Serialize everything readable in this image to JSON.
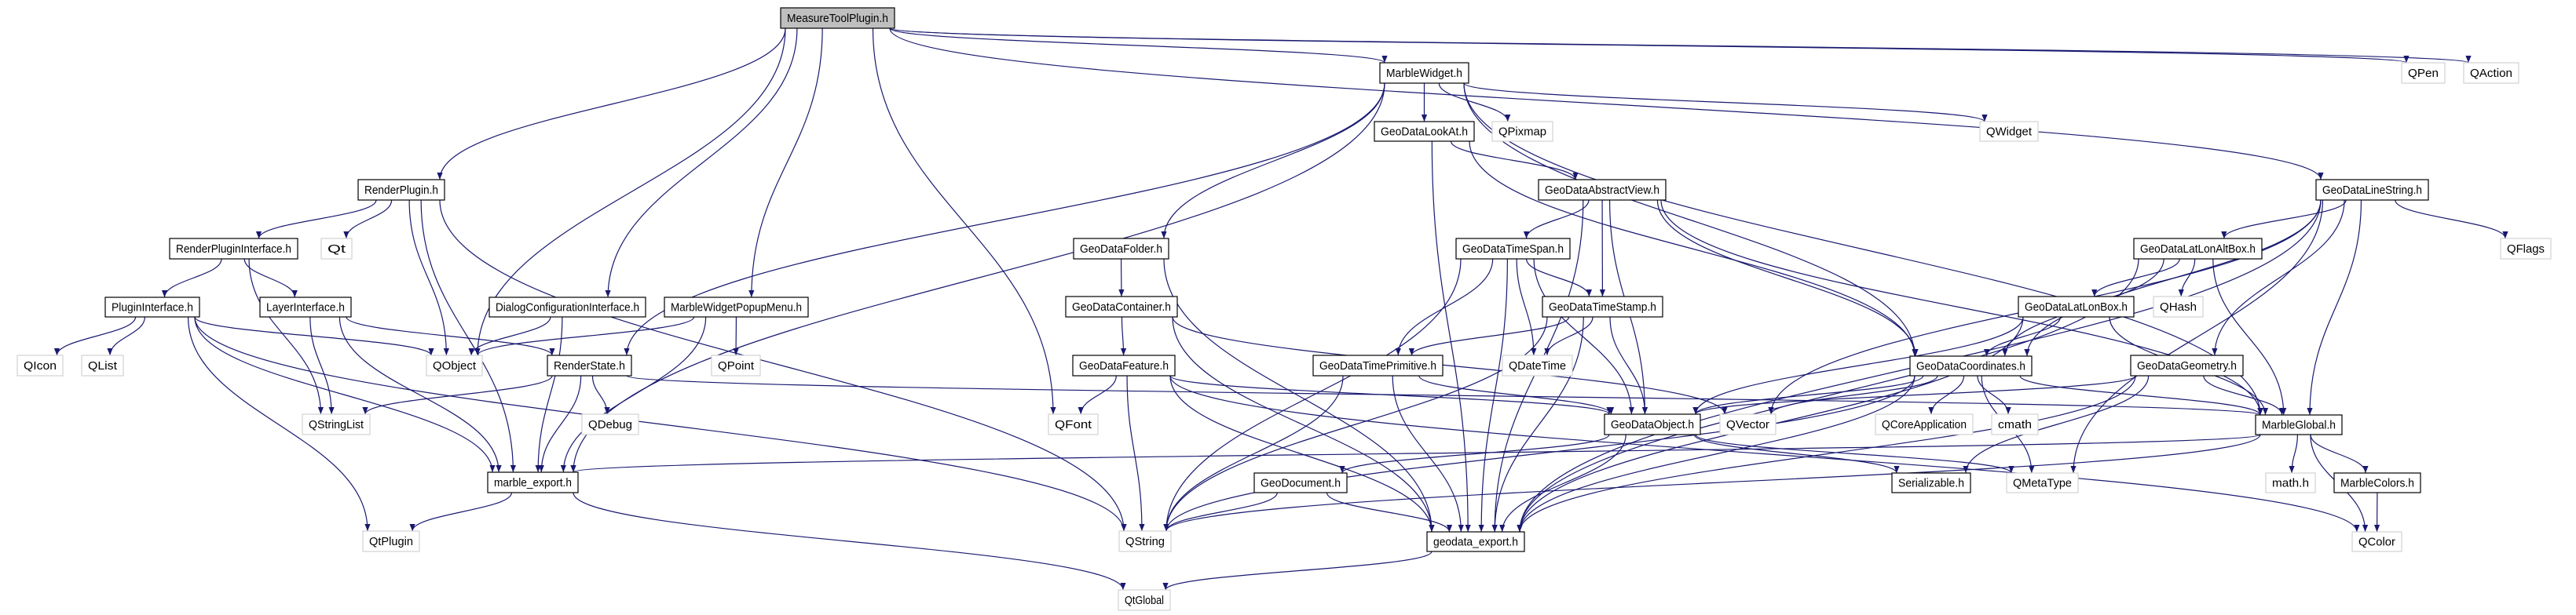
{
  "diagram": {
    "title": "MeasureToolPlugin.h",
    "kind": "include dependency graph",
    "colors": {
      "edge": "#191970",
      "root_fill": "#bfbfbf",
      "project_border": "#000000",
      "project_fill": "#ffffff",
      "external_border": "#d3d3d3",
      "external_fill": "#ffffff"
    },
    "nodes": [
      {
        "id": "MeasureToolPlugin",
        "label": "MeasureToolPlugin.h",
        "type": "root"
      },
      {
        "id": "RenderPlugin",
        "label": "RenderPlugin.h",
        "type": "project"
      },
      {
        "id": "MarbleWidget",
        "label": "MarbleWidget.h",
        "type": "project"
      },
      {
        "id": "QPen",
        "label": "QPen",
        "type": "external"
      },
      {
        "id": "QAction",
        "label": "QAction",
        "type": "external"
      },
      {
        "id": "GeoDataLookAt",
        "label": "GeoDataLookAt.h",
        "type": "project"
      },
      {
        "id": "QPixmap",
        "label": "QPixmap",
        "type": "external"
      },
      {
        "id": "QWidget",
        "label": "QWidget",
        "type": "external"
      },
      {
        "id": "GeoDataAbstractView",
        "label": "GeoDataAbstractView.h",
        "type": "project"
      },
      {
        "id": "GeoDataLineString",
        "label": "GeoDataLineString.h",
        "type": "project"
      },
      {
        "id": "RenderPluginInterface",
        "label": "RenderPluginInterface.h",
        "type": "project"
      },
      {
        "id": "Qt",
        "label": "Qt",
        "type": "external"
      },
      {
        "id": "GeoDataFolder",
        "label": "GeoDataFolder.h",
        "type": "project"
      },
      {
        "id": "GeoDataTimeSpan",
        "label": "GeoDataTimeSpan.h",
        "type": "project"
      },
      {
        "id": "GeoDataLatLonAltBox",
        "label": "GeoDataLatLonAltBox.h",
        "type": "project"
      },
      {
        "id": "QFlags",
        "label": "QFlags",
        "type": "external"
      },
      {
        "id": "PluginInterface",
        "label": "PluginInterface.h",
        "type": "project"
      },
      {
        "id": "LayerInterface",
        "label": "LayerInterface.h",
        "type": "project"
      },
      {
        "id": "DialogConfigurationInterface",
        "label": "DialogConfigurationInterface.h",
        "type": "project"
      },
      {
        "id": "MarbleWidgetPopupMenu",
        "label": "MarbleWidgetPopupMenu.h",
        "type": "project"
      },
      {
        "id": "GeoDataContainer",
        "label": "GeoDataContainer.h",
        "type": "project"
      },
      {
        "id": "GeoDataTimeStamp",
        "label": "GeoDataTimeStamp.h",
        "type": "project"
      },
      {
        "id": "GeoDataLatLonBox",
        "label": "GeoDataLatLonBox.h",
        "type": "project"
      },
      {
        "id": "QHash",
        "label": "QHash",
        "type": "external"
      },
      {
        "id": "QIcon",
        "label": "QIcon",
        "type": "external"
      },
      {
        "id": "QList",
        "label": "QList",
        "type": "external"
      },
      {
        "id": "QObject",
        "label": "QObject",
        "type": "external"
      },
      {
        "id": "RenderState",
        "label": "RenderState.h",
        "type": "project"
      },
      {
        "id": "QPoint",
        "label": "QPoint",
        "type": "external"
      },
      {
        "id": "GeoDataFeature",
        "label": "GeoDataFeature.h",
        "type": "project"
      },
      {
        "id": "GeoDataTimePrimitive",
        "label": "GeoDataTimePrimitive.h",
        "type": "project"
      },
      {
        "id": "QDateTime",
        "label": "QDateTime",
        "type": "external"
      },
      {
        "id": "GeoDataCoordinates",
        "label": "GeoDataCoordinates.h",
        "type": "project"
      },
      {
        "id": "GeoDataGeometry",
        "label": "GeoDataGeometry.h",
        "type": "project"
      },
      {
        "id": "QStringList",
        "label": "QStringList",
        "type": "external"
      },
      {
        "id": "QDebug",
        "label": "QDebug",
        "type": "external"
      },
      {
        "id": "QFont",
        "label": "QFont",
        "type": "external"
      },
      {
        "id": "GeoDataObject",
        "label": "GeoDataObject.h",
        "type": "project"
      },
      {
        "id": "QVector",
        "label": "QVector",
        "type": "external"
      },
      {
        "id": "QCoreApplication",
        "label": "QCoreApplication",
        "type": "external"
      },
      {
        "id": "cmath",
        "label": "cmath",
        "type": "external"
      },
      {
        "id": "MarbleGlobal",
        "label": "MarbleGlobal.h",
        "type": "project"
      },
      {
        "id": "marble_export",
        "label": "marble_export.h",
        "type": "project"
      },
      {
        "id": "GeoDocument",
        "label": "GeoDocument.h",
        "type": "project"
      },
      {
        "id": "Serializable",
        "label": "Serializable.h",
        "type": "project"
      },
      {
        "id": "QMetaType",
        "label": "QMetaType",
        "type": "external"
      },
      {
        "id": "math_h",
        "label": "math.h",
        "type": "external"
      },
      {
        "id": "MarbleColors",
        "label": "MarbleColors.h",
        "type": "project"
      },
      {
        "id": "QtPlugin",
        "label": "QtPlugin",
        "type": "external"
      },
      {
        "id": "QString",
        "label": "QString",
        "type": "external"
      },
      {
        "id": "geodata_export",
        "label": "geodata_export.h",
        "type": "project"
      },
      {
        "id": "QColor",
        "label": "QColor",
        "type": "external"
      },
      {
        "id": "QtGlobal",
        "label": "QtGlobal",
        "type": "external"
      }
    ],
    "edges": [
      [
        "MeasureToolPlugin",
        "RenderPlugin"
      ],
      [
        "MeasureToolPlugin",
        "MarbleWidget"
      ],
      [
        "MeasureToolPlugin",
        "QPen"
      ],
      [
        "MeasureToolPlugin",
        "QAction"
      ],
      [
        "MeasureToolPlugin",
        "GeoDataLineString"
      ],
      [
        "MeasureToolPlugin",
        "QObject"
      ],
      [
        "MeasureToolPlugin",
        "DialogConfigurationInterface"
      ],
      [
        "MeasureToolPlugin",
        "MarbleWidgetPopupMenu"
      ],
      [
        "MeasureToolPlugin",
        "QFont"
      ],
      [
        "RenderPlugin",
        "RenderPluginInterface"
      ],
      [
        "RenderPlugin",
        "Qt"
      ],
      [
        "RenderPlugin",
        "QObject"
      ],
      [
        "RenderPlugin",
        "marble_export"
      ],
      [
        "RenderPlugin",
        "QString"
      ],
      [
        "RenderPluginInterface",
        "PluginInterface"
      ],
      [
        "RenderPluginInterface",
        "LayerInterface"
      ],
      [
        "RenderPluginInterface",
        "QStringList"
      ],
      [
        "PluginInterface",
        "QIcon"
      ],
      [
        "PluginInterface",
        "QList"
      ],
      [
        "PluginInterface",
        "QObject"
      ],
      [
        "PluginInterface",
        "marble_export"
      ],
      [
        "PluginInterface",
        "QtPlugin"
      ],
      [
        "PluginInterface",
        "QString"
      ],
      [
        "LayerInterface",
        "QStringList"
      ],
      [
        "LayerInterface",
        "RenderState"
      ],
      [
        "LayerInterface",
        "marble_export"
      ],
      [
        "DialogConfigurationInterface",
        "QObject"
      ],
      [
        "DialogConfigurationInterface",
        "marble_export"
      ],
      [
        "MarbleWidgetPopupMenu",
        "QObject"
      ],
      [
        "MarbleWidgetPopupMenu",
        "QPoint"
      ],
      [
        "MarbleWidgetPopupMenu",
        "marble_export"
      ],
      [
        "RenderState",
        "QStringList"
      ],
      [
        "RenderState",
        "QDebug"
      ],
      [
        "RenderState",
        "marble_export"
      ],
      [
        "RenderState",
        "MarbleGlobal"
      ],
      [
        "marble_export",
        "QtPlugin"
      ],
      [
        "marble_export",
        "QtGlobal"
      ],
      [
        "MarbleWidget",
        "GeoDataLookAt"
      ],
      [
        "MarbleWidget",
        "QPixmap"
      ],
      [
        "MarbleWidget",
        "QWidget"
      ],
      [
        "MarbleWidget",
        "GeoDataFolder"
      ],
      [
        "MarbleWidget",
        "GeoDataCoordinates"
      ],
      [
        "MarbleWidget",
        "MarbleGlobal"
      ],
      [
        "MarbleWidget",
        "marble_export"
      ],
      [
        "MarbleWidget",
        "RenderState"
      ],
      [
        "GeoDataLookAt",
        "GeoDataAbstractView"
      ],
      [
        "GeoDataLookAt",
        "GeoDataCoordinates"
      ],
      [
        "GeoDataLookAt",
        "geodata_export"
      ],
      [
        "GeoDataAbstractView",
        "GeoDataTimeSpan"
      ],
      [
        "GeoDataAbstractView",
        "GeoDataTimeStamp"
      ],
      [
        "GeoDataAbstractView",
        "GeoDataObject"
      ],
      [
        "GeoDataAbstractView",
        "GeoDataCoordinates"
      ],
      [
        "GeoDataAbstractView",
        "MarbleGlobal"
      ],
      [
        "GeoDataAbstractView",
        "geodata_export"
      ],
      [
        "GeoDataTimeSpan",
        "GeoDataTimeStamp"
      ],
      [
        "GeoDataTimeSpan",
        "GeoDataTimePrimitive"
      ],
      [
        "GeoDataTimeSpan",
        "QDateTime"
      ],
      [
        "GeoDataTimeSpan",
        "GeoDataObject"
      ],
      [
        "GeoDataTimeSpan",
        "geodata_export"
      ],
      [
        "GeoDataTimeSpan",
        "QString"
      ],
      [
        "GeoDataTimeStamp",
        "GeoDataTimePrimitive"
      ],
      [
        "GeoDataTimeStamp",
        "QDateTime"
      ],
      [
        "GeoDataTimeStamp",
        "GeoDataObject"
      ],
      [
        "GeoDataTimeStamp",
        "geodata_export"
      ],
      [
        "GeoDataTimeStamp",
        "QString"
      ],
      [
        "GeoDataTimePrimitive",
        "GeoDataObject"
      ],
      [
        "GeoDataTimePrimitive",
        "geodata_export"
      ],
      [
        "GeoDataTimePrimitive",
        "QString"
      ],
      [
        "GeoDataFolder",
        "GeoDataContainer"
      ],
      [
        "GeoDataFolder",
        "geodata_export"
      ],
      [
        "GeoDataContainer",
        "GeoDataFeature"
      ],
      [
        "GeoDataContainer",
        "QVector"
      ],
      [
        "GeoDataContainer",
        "geodata_export"
      ],
      [
        "GeoDataFeature",
        "QFont"
      ],
      [
        "GeoDataFeature",
        "QString"
      ],
      [
        "GeoDataFeature",
        "GeoDataObject"
      ],
      [
        "GeoDataFeature",
        "QColor"
      ],
      [
        "GeoDataFeature",
        "geodata_export"
      ],
      [
        "GeoDataLineString",
        "GeoDataLatLonAltBox"
      ],
      [
        "GeoDataLineString",
        "GeoDataGeometry"
      ],
      [
        "GeoDataLineString",
        "GeoDataCoordinates"
      ],
      [
        "GeoDataLineString",
        "QFlags"
      ],
      [
        "GeoDataLineString",
        "MarbleGlobal"
      ],
      [
        "GeoDataLineString",
        "QVector"
      ],
      [
        "GeoDataLineString",
        "QMetaType"
      ],
      [
        "GeoDataLineString",
        "geodata_export"
      ],
      [
        "GeoDataLatLonAltBox",
        "GeoDataLatLonBox"
      ],
      [
        "GeoDataLatLonAltBox",
        "QHash"
      ],
      [
        "GeoDataLatLonAltBox",
        "GeoDataCoordinates"
      ],
      [
        "GeoDataLatLonAltBox",
        "MarbleGlobal"
      ],
      [
        "GeoDataLatLonAltBox",
        "geodata_export"
      ],
      [
        "GeoDataLatLonBox",
        "GeoDataCoordinates"
      ],
      [
        "GeoDataLatLonBox",
        "GeoDataObject"
      ],
      [
        "GeoDataLatLonBox",
        "MarbleGlobal"
      ],
      [
        "GeoDataLatLonBox",
        "geodata_export"
      ],
      [
        "GeoDataGeometry",
        "GeoDataObject"
      ],
      [
        "GeoDataGeometry",
        "MarbleGlobal"
      ],
      [
        "GeoDataGeometry",
        "Serializable"
      ],
      [
        "GeoDataGeometry",
        "geodata_export"
      ],
      [
        "GeoDataCoordinates",
        "QCoreApplication"
      ],
      [
        "GeoDataCoordinates",
        "cmath"
      ],
      [
        "GeoDataCoordinates",
        "QMetaType"
      ],
      [
        "GeoDataCoordinates",
        "MarbleGlobal"
      ],
      [
        "GeoDataCoordinates",
        "QVector"
      ],
      [
        "GeoDataCoordinates",
        "GeoDataObject"
      ],
      [
        "GeoDataCoordinates",
        "QString"
      ],
      [
        "GeoDataCoordinates",
        "geodata_export"
      ],
      [
        "GeoDataObject",
        "GeoDocument"
      ],
      [
        "GeoDataObject",
        "Serializable"
      ],
      [
        "GeoDataObject",
        "QMetaType"
      ],
      [
        "GeoDataObject",
        "geodata_export"
      ],
      [
        "GeoDocument",
        "QString"
      ],
      [
        "GeoDocument",
        "geodata_export"
      ],
      [
        "MarbleGlobal",
        "math_h"
      ],
      [
        "MarbleGlobal",
        "MarbleColors"
      ],
      [
        "MarbleGlobal",
        "QColor"
      ],
      [
        "MarbleGlobal",
        "marble_export"
      ],
      [
        "MarbleGlobal",
        "QString"
      ],
      [
        "MarbleColors",
        "QColor"
      ],
      [
        "geodata_export",
        "QtGlobal"
      ]
    ]
  }
}
